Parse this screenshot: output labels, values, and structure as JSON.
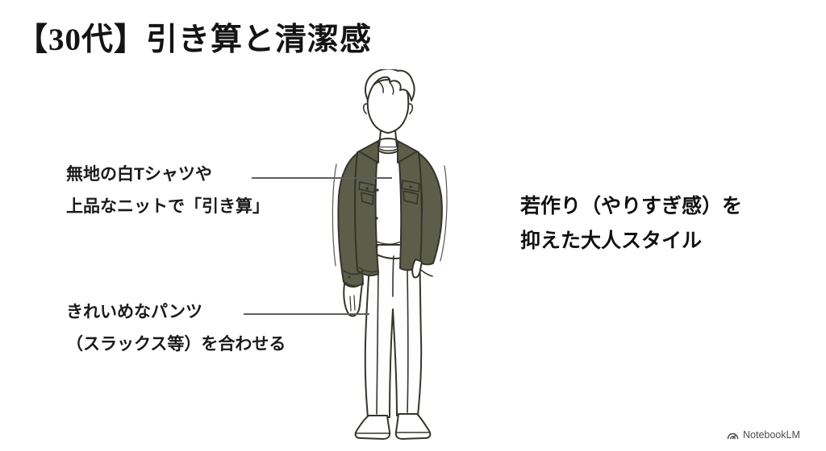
{
  "title": "【30代】引き算と清潔感",
  "callouts": {
    "top": {
      "line1": "無地の白Tシャツや",
      "line2": "上品なニットで「引き算」"
    },
    "pants": {
      "line1": "きれいめなパンツ",
      "line2": "（スラックス等）を合わせる"
    }
  },
  "note": {
    "line1": "若作り（やりすぎ感）を",
    "line2": "抑えた大人スタイル"
  },
  "figure": {
    "description": "オリーブのジャケットと白Tシャツ、きれいめパンツの男性ラインイラスト",
    "jacket_color": "#5c5e4a",
    "outline_color": "#33352b",
    "connector_color": "#5e5e5e"
  },
  "footer": {
    "brand": "NotebookLM"
  }
}
